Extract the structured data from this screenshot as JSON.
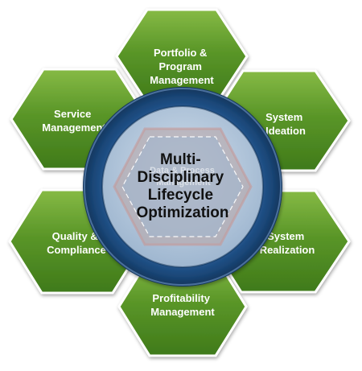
{
  "hexagons": {
    "portfolio": {
      "line1": "Portfolio &",
      "line2": "Program",
      "line3": "Management"
    },
    "ideation": {
      "line1": "System",
      "line2": "Ideation"
    },
    "realization": {
      "line1": "System",
      "line2": "Realization"
    },
    "profitability": {
      "line1": "Profitability",
      "line2": "Management"
    },
    "quality": {
      "line1": "Quality &",
      "line2": "Compliance"
    },
    "service": {
      "line1": "Service",
      "line2": "Management"
    }
  },
  "inner": {
    "line1": "Data & Process",
    "line2": "Management"
  },
  "center": {
    "line1": "Multi-",
    "line2": "Disciplinary",
    "line3": "Lifecycle",
    "line4": "Optimization"
  },
  "colors": {
    "hex_fill": "#4e8a22",
    "hex_light": "#7fb440",
    "hex_stroke": "#ffffff",
    "ring": "#1b4a7e",
    "ring_light": "#5a86b8",
    "inner_disc": "#a9bfd6",
    "inner_hex": "#b9a9a9",
    "label_on_green": "#ffffff",
    "label_center": "#111111"
  }
}
